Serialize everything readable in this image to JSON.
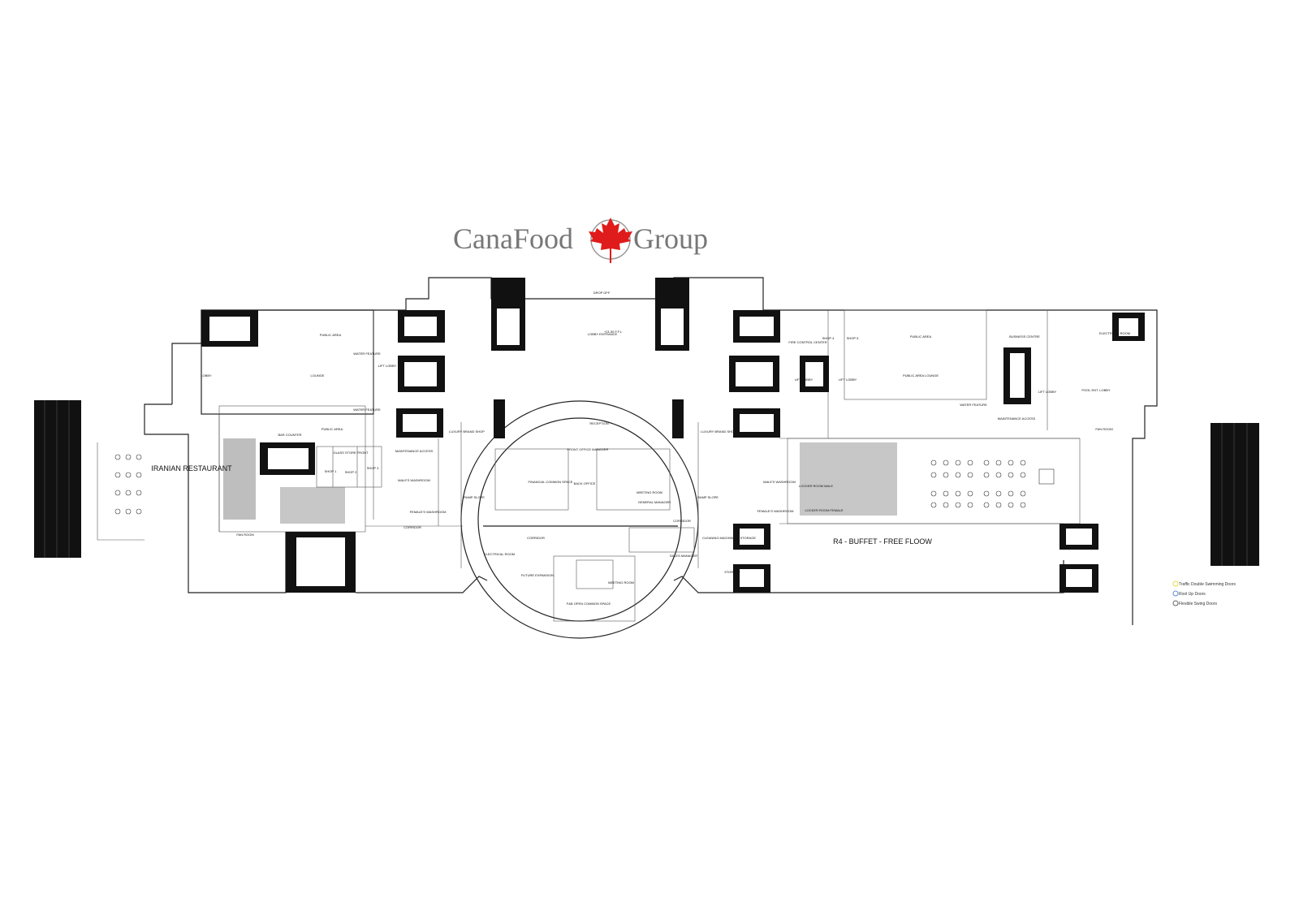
{
  "logo": {
    "text_left": "Cana",
    "text_mid": "Food",
    "text_right": "Group",
    "leaf_color": "#e01b1b",
    "text_color": "#777777"
  },
  "labels": {
    "iranian_restaurant": "IRANIAN RESTAURANT",
    "buffet": "R4 - BUFFET - FREE FLOOW",
    "lobby": "LOBBY",
    "lounge": "LOUNGE",
    "public_area_1": "PUBLIC AREA",
    "public_area_2": "PUBLIC AREA",
    "lift_lobby_1": "LIFT LOBBY",
    "water_feature_1": "WATER FEATURE",
    "water_feature_2": "WATER FEATURE",
    "bar_counter": "BAR COUNTER",
    "lift_lobby_2": "LIFT LOBBY",
    "glass_store_front": "GLASS STORE FRONT",
    "shop1": "SHOP 1",
    "shop2": "SHOP 2",
    "shop3": "SHOP 3",
    "maintenance_access_1": "MAINTENANCE ACCESS",
    "male_washroom_1": "MALE'S WASHROOM",
    "female_washroom_1": "FEMALE'S WASHROOM",
    "corridor_1": "CORRIDOR",
    "fan_room_1": "FAN ROOM",
    "drop_off": "DROP OFF",
    "lobby_entrance": "LOBBY ENTRANCE",
    "luxury_brand_shop_1": "LUXURY BRAND SHOP",
    "luxury_brand_shop_2": "LUXURY BRAND SHOP",
    "reception": "RECEPTION",
    "front_office_manager": "FRONT OFFICE MANAGER",
    "back_office": "BACK OFFICE",
    "financial_common_space": "FINANCIAL COMMON SPACE",
    "meeting_room_1": "MEETING ROOM",
    "general_manager": "GENERAL MANAGER",
    "corridor_2": "CORRIDOR",
    "corridor_3": "CORRIDOR",
    "electrical_room": "ELECTRICAL ROOM",
    "future_expansion": "FUTURE EXPANSION",
    "meeting_room_2": "MEETING ROOM",
    "common_space": "F&B OPEN COMMON SPACE",
    "sales_manager": "SALES MANAGER",
    "ramp_1": "RAMP SLOPE",
    "ramp_2": "RAMP SLOPE",
    "storage": "STORAGE",
    "cleaning_storage": "CLEANING MACHINERY STORAGE",
    "fire_control": "FIRE CONTROL CENTER",
    "shop4": "SHOP 4",
    "shop5": "SHOP 5",
    "public_area_3": "PUBLIC AREA",
    "public_area_lounge": "PUBLIC AREA LOUNGE",
    "water_feature_3": "WATER FEATURE",
    "business_centre": "BUSINESS CENTRE",
    "lift_lobby_3": "LIFT LOBBY",
    "lift_lobby_4": "LIFT LOBBY",
    "lift_lobby_5": "LIFT LOBBY",
    "pool_ent_lobby": "POOL ENT. LOBBY",
    "electrical_room_2": "ELECTRICAL ROOM",
    "fan_room_2": "FAN ROOM",
    "maintenance_access_2": "MAINTENANCE ACCESS",
    "male_washroom_2": "MALE'S WASHROOM",
    "female_washroom_2": "FEMALE'S WASHROOM",
    "locker_male": "LOCKER ROOM MALE",
    "locker_female": "LOCKER ROOM FEMALE",
    "level": "+21.00 F.F.L"
  },
  "legend": [
    {
      "label": "Traffic Double Swimming Doors",
      "color": "#e6d94a"
    },
    {
      "label": "Rool Up  Doors",
      "color": "#5b8fd6"
    },
    {
      "label": "Flexible Swing Doors",
      "color": "#666666"
    }
  ]
}
